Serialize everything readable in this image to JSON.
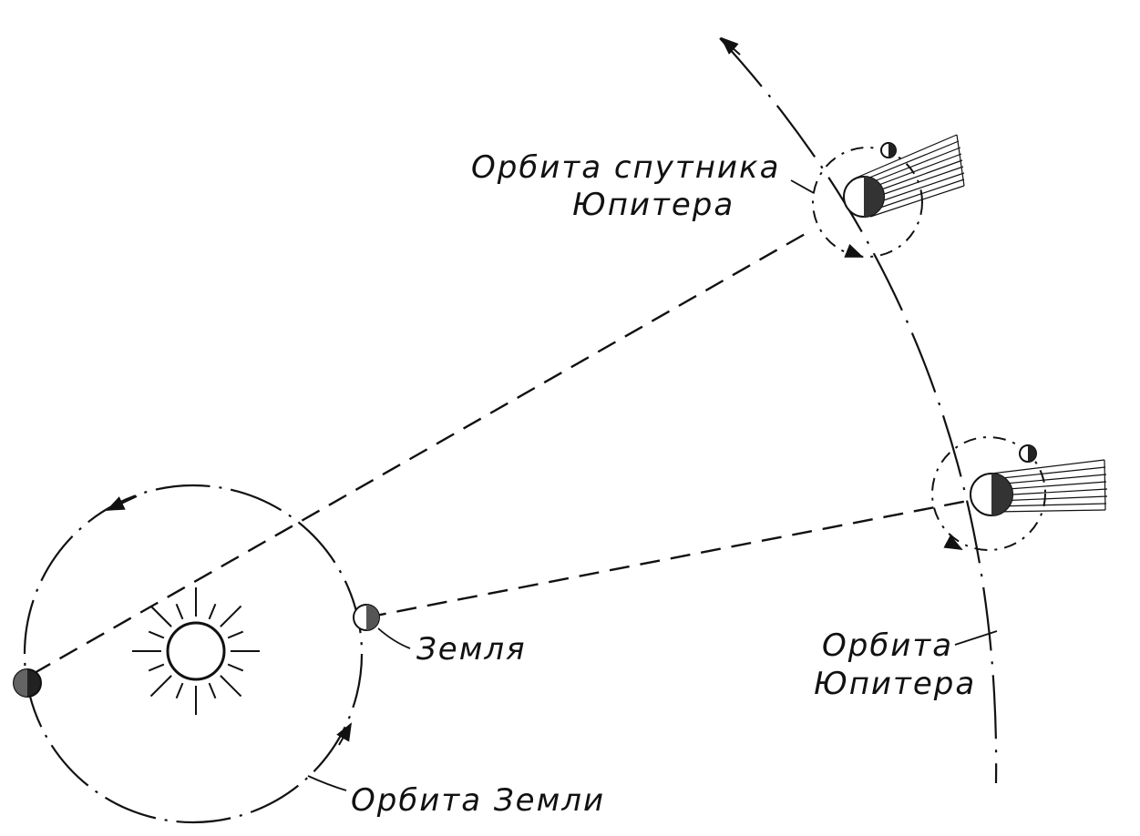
{
  "labels": {
    "satellite_orbit_line1": "Орбита спутника",
    "satellite_orbit_line2": "Юпитера",
    "earth": "Земля",
    "jupiter_orbit_line1": "Орбита",
    "jupiter_orbit_line2": "Юпитера",
    "earth_orbit": "Орбита Земли"
  },
  "colors": {
    "ink": "#111111",
    "background": "#ffffff"
  }
}
